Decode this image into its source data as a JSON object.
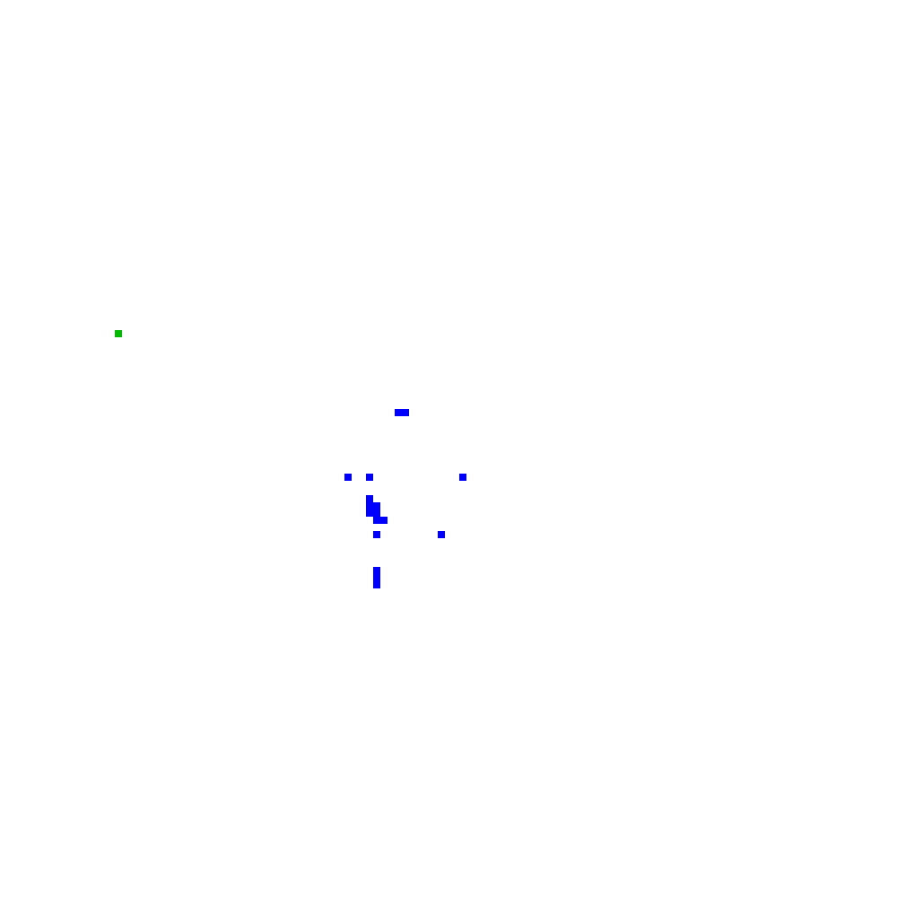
{
  "colors": {
    "background": "#ffffff",
    "primary": "#0000ff",
    "highlight": "#00bb00"
  },
  "highlight_cell": {
    "col": 16,
    "row": 46
  },
  "cells": [
    {
      "col": 55,
      "row": 57
    },
    {
      "col": 56,
      "row": 57
    },
    {
      "col": 48,
      "row": 66
    },
    {
      "col": 51,
      "row": 66
    },
    {
      "col": 64,
      "row": 66
    },
    {
      "col": 51,
      "row": 69
    },
    {
      "col": 51,
      "row": 70
    },
    {
      "col": 52,
      "row": 70
    },
    {
      "col": 51,
      "row": 71
    },
    {
      "col": 52,
      "row": 71
    },
    {
      "col": 52,
      "row": 72
    },
    {
      "col": 53,
      "row": 72
    },
    {
      "col": 52,
      "row": 74
    },
    {
      "col": 61,
      "row": 74
    },
    {
      "col": 52,
      "row": 79
    },
    {
      "col": 52,
      "row": 80
    },
    {
      "col": 52,
      "row": 81
    }
  ]
}
